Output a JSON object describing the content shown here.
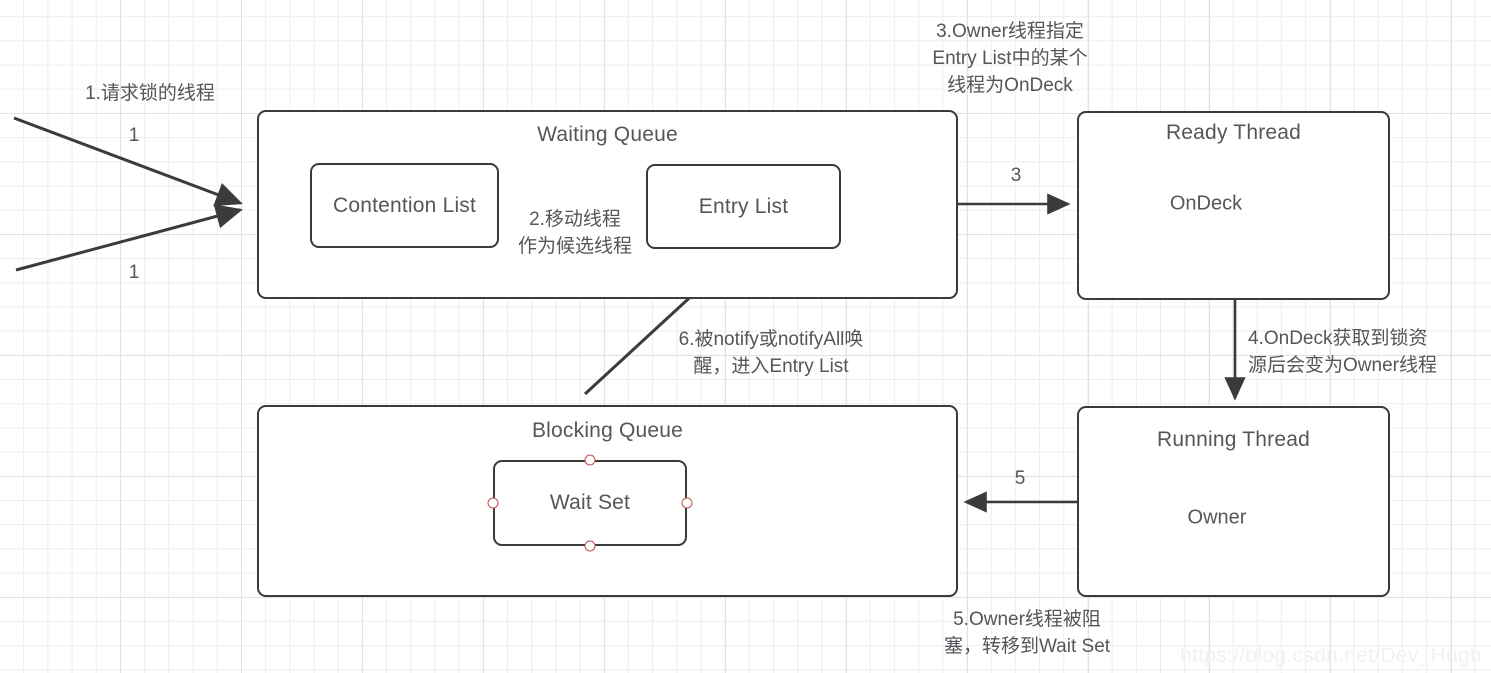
{
  "diagram": {
    "title": "Java Monitor Lock Thread State Diagram",
    "watermark": "https://blog.csdn.net/Dev_Hugh",
    "colors": {
      "stroke": "#3b3b3b",
      "text": "#53565a",
      "grid_minor": "#ededed",
      "grid_major": "#e2e2e2",
      "handle": "#c0504d",
      "background": "#ffffff",
      "watermark": "#f1f1f1"
    }
  },
  "nodes": {
    "waiting_queue": {
      "title": "Waiting Queue",
      "children": {
        "contention_list": "Contention List",
        "entry_list": "Entry List"
      }
    },
    "blocking_queue": {
      "title": "Blocking Queue",
      "children": {
        "wait_set": "Wait Set"
      }
    },
    "ready_thread": {
      "title": "Ready Thread",
      "children": {
        "ondeck": "OnDeck"
      }
    },
    "running_thread": {
      "title": "Running Thread",
      "children": {
        "owner": "Owner"
      }
    }
  },
  "annotations": {
    "step1": "1.请求锁的线程",
    "step2": "2.移动线程\n作为候选线程",
    "step3": "3.Owner线程指定\nEntry List中的某个\n线程为OnDeck",
    "step4": "4.OnDeck获取到锁资\n源后会变为Owner线程",
    "step5": "5.Owner线程被阻\n塞，转移到Wait Set",
    "step6": "6.被notify或notifyAll唤\n醒，进入Entry List"
  },
  "edge_labels": {
    "in_top": "1",
    "in_bottom": "1",
    "to_ready": "3",
    "to_blocking": "5"
  }
}
